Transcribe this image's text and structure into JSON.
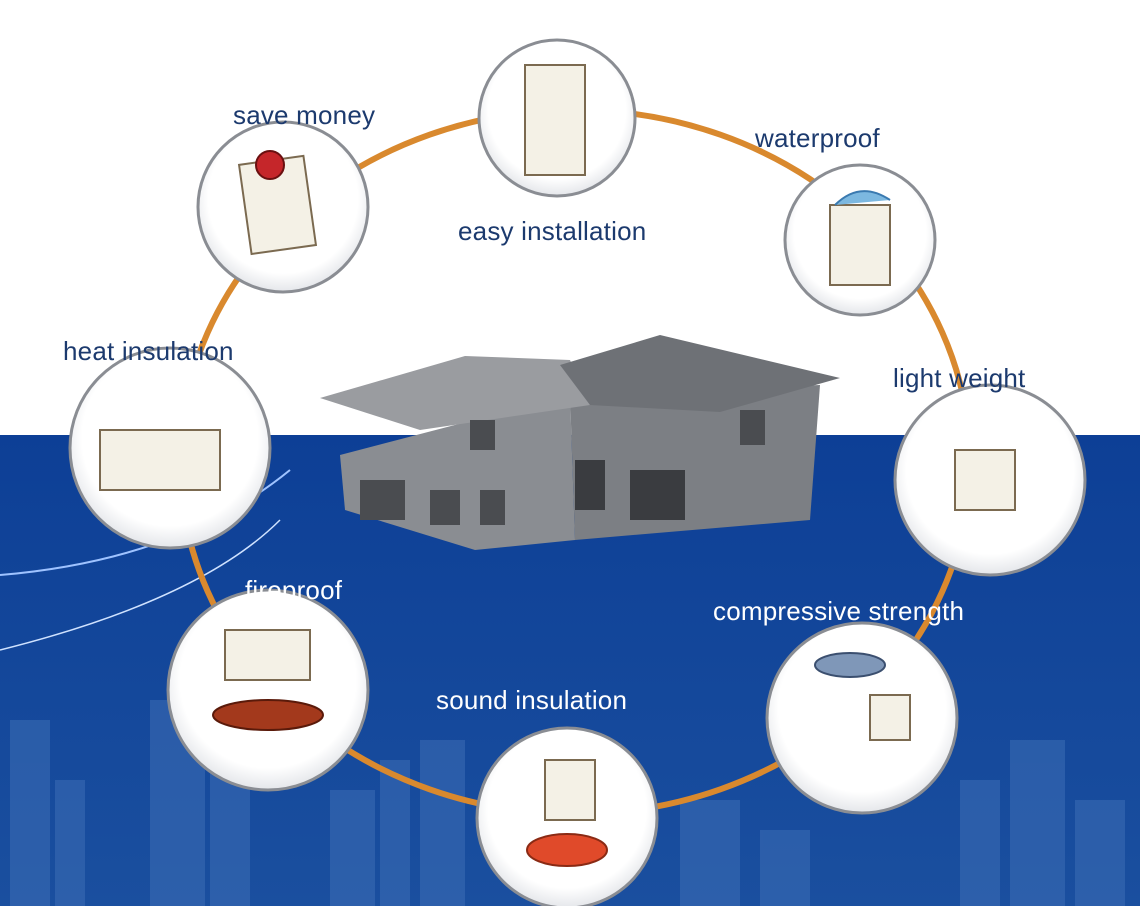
{
  "colors": {
    "background_top": "#ffffff",
    "background_bottom": "#0e3f93",
    "ring": "#d9892e",
    "label_dark": "#1c3a6e",
    "label_light": "#ffffff"
  },
  "center": {
    "name": "house"
  },
  "features": [
    {
      "id": "easy-installation",
      "label": "easy installation"
    },
    {
      "id": "save-money",
      "label": "save money"
    },
    {
      "id": "waterproof",
      "label": "waterproof"
    },
    {
      "id": "heat-insulation",
      "label": "heat insulation"
    },
    {
      "id": "light-weight",
      "label": "light weight"
    },
    {
      "id": "fireproof",
      "label": "fireproof"
    },
    {
      "id": "compressive-strength",
      "label": "compressive strength"
    },
    {
      "id": "sound-insulation",
      "label": "sound insulation"
    }
  ]
}
